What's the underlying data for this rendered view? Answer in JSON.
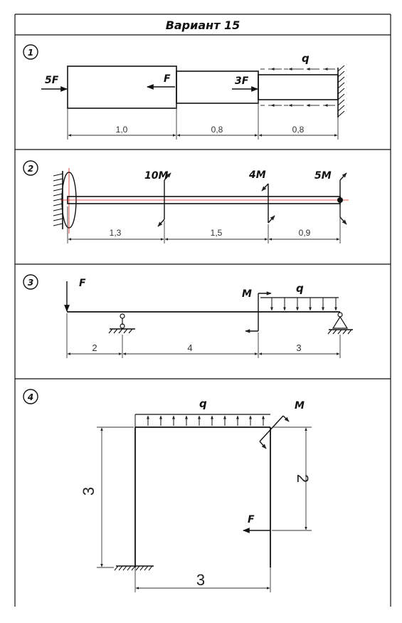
{
  "title": "Вариант  15",
  "problems": [
    {
      "number": "1",
      "loads": {
        "f5": "5F",
        "f1": "F",
        "f3": "3F",
        "q": "q"
      },
      "dimensions": [
        "1,0",
        "0,8",
        "0,8"
      ]
    },
    {
      "number": "2",
      "loads": {
        "m10": "10M",
        "m4": "4M",
        "m5": "5M"
      },
      "dimensions": [
        "1,3",
        "1,5",
        "0,9"
      ]
    },
    {
      "number": "3",
      "loads": {
        "f": "F",
        "m": "M",
        "q": "q"
      },
      "dimensions": [
        "2",
        "4",
        "3"
      ]
    },
    {
      "number": "4",
      "loads": {
        "q": "q",
        "m": "M",
        "f": "F"
      },
      "dimensions": {
        "left_height": "3",
        "right_height": "2",
        "width": "3"
      }
    }
  ]
}
